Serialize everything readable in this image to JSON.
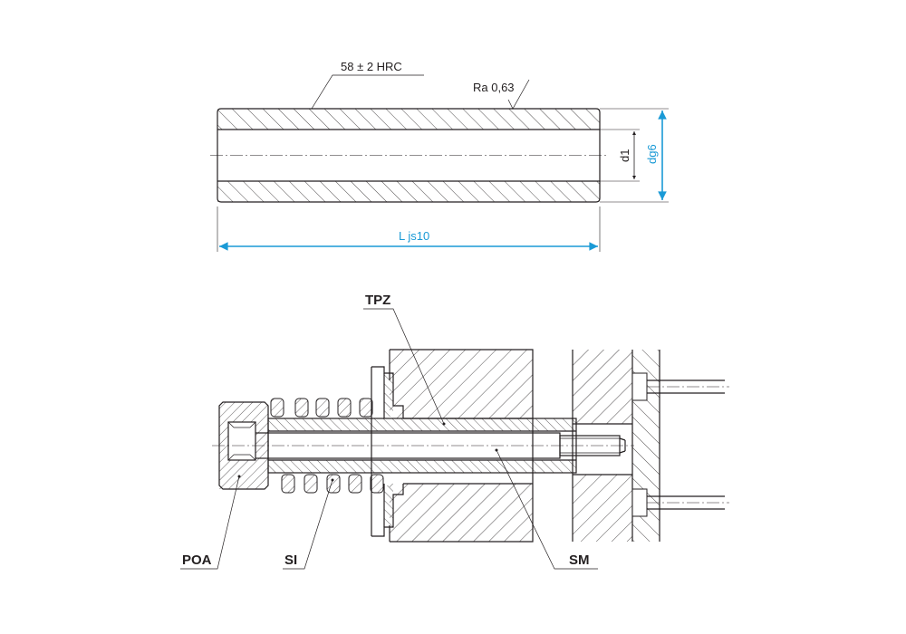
{
  "annotations": {
    "hardness": "58 ± 2 HRC",
    "roughness": "Ra 0,63",
    "inner_diameter": "d1",
    "outer_diameter": "dg6",
    "length": "L js10"
  },
  "parts": {
    "tpz": "TPZ",
    "poa": "POA",
    "si": "SI",
    "sm": "SM"
  },
  "colors": {
    "dimension": "#1a9ad6",
    "line": "#231f20"
  }
}
